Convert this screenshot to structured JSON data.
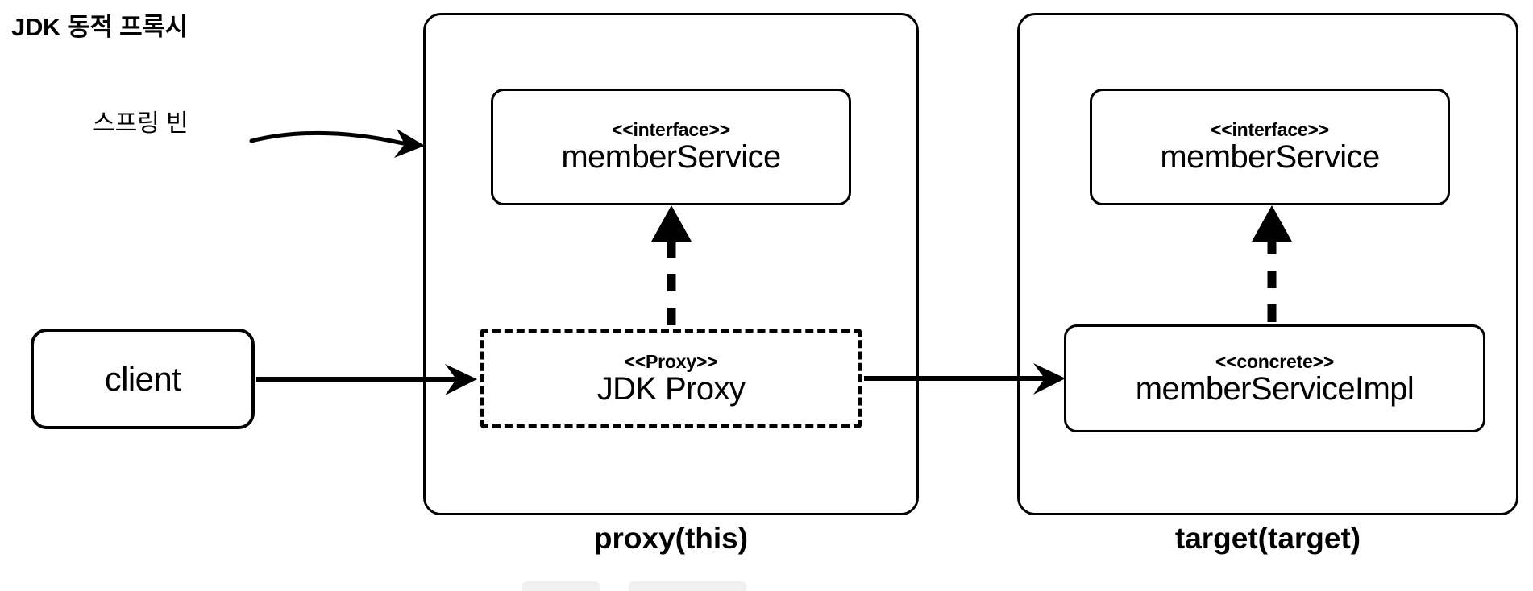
{
  "title": "JDK 동적 프록시",
  "labels": {
    "spring_bean": "스프링 빈"
  },
  "containers": [
    {
      "id": "proxy",
      "caption": "proxy(this)",
      "boxes": [
        {
          "stereotype": "<<interface>>",
          "name": "memberService",
          "style": "solid"
        },
        {
          "stereotype": "<<Proxy>>",
          "name": "JDK Proxy",
          "style": "dashed"
        }
      ]
    },
    {
      "id": "target",
      "caption": "target(target)",
      "boxes": [
        {
          "stereotype": "<<interface>>",
          "name": "memberService",
          "style": "solid"
        },
        {
          "stereotype": "<<concrete>>",
          "name": "memberServiceImpl",
          "style": "solid"
        }
      ]
    }
  ],
  "client": {
    "name": "client"
  },
  "connectors": [
    {
      "name": "spring-bean-arrow",
      "kind": "curved-arrow",
      "from": "스프링 빈",
      "to": "proxy(this)"
    },
    {
      "name": "client-to-proxy-arrow",
      "kind": "solid-arrow",
      "from": "client",
      "to": "JDK Proxy"
    },
    {
      "name": "proxy-to-target-arrow",
      "kind": "solid-arrow",
      "from": "JDK Proxy",
      "to": "memberServiceImpl"
    },
    {
      "name": "proxy-realization",
      "kind": "dashed-realization",
      "from": "JDK Proxy",
      "to": "memberService"
    },
    {
      "name": "target-realization",
      "kind": "dashed-realization",
      "from": "memberServiceImpl",
      "to": "memberService"
    }
  ],
  "colors": {
    "stroke": "#000000",
    "background": "#ffffff"
  }
}
